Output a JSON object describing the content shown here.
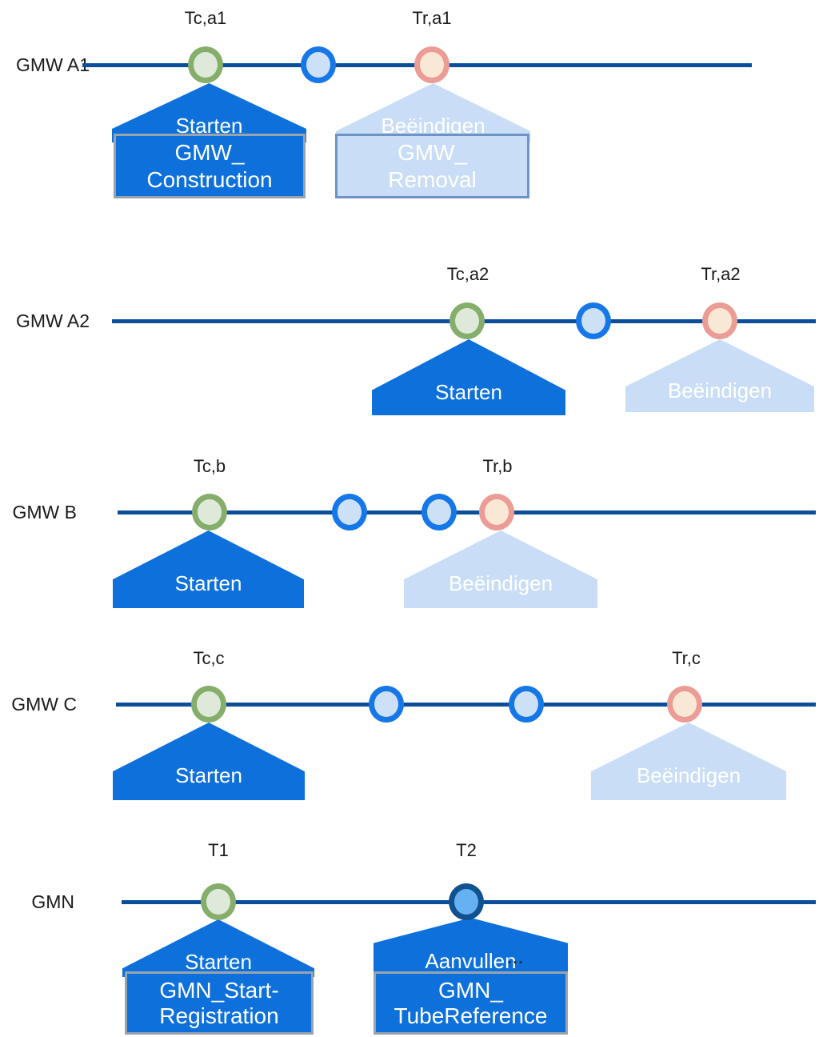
{
  "colors": {
    "timeline": "#0D4E9B",
    "house_dark": "#0E71DB",
    "house_light": "#C9DDF6",
    "box_dark_border": "#99A3AD",
    "box_light_border": "#6E93C6",
    "marker_green_border": "#84AE6A",
    "marker_green_fill": "#DFE9DA",
    "marker_blue_border": "#1677E8",
    "marker_blue_fill": "#CCE0F6",
    "marker_pink_border": "#EB9C95",
    "marker_pink_fill": "#FAE8D6",
    "marker_navy_border": "#10518F",
    "marker_navy_fill": "#66B1F2",
    "text_dark": "#1A1A1A",
    "text_light": "#FFFFFF",
    "ellipsis": "#222222"
  },
  "rows": [
    {
      "label": "GMW A1",
      "tc_label": "Tc,a1",
      "tr_label": "Tr,a1",
      "start": {
        "action": "Starten",
        "doc_line1": "GMW_",
        "doc_line2": "Construction"
      },
      "end": {
        "action": "Beëindigen",
        "doc_line1": "GMW_",
        "doc_line2": "Removal"
      }
    },
    {
      "label": "GMW A2",
      "tc_label": "Tc,a2",
      "tr_label": "Tr,a2",
      "start": {
        "action": "Starten"
      },
      "end": {
        "action": "Beëindigen"
      }
    },
    {
      "label": "GMW B",
      "tc_label": "Tc,b",
      "tr_label": "Tr,b",
      "start": {
        "action": "Starten"
      },
      "end": {
        "action": "Beëindigen"
      }
    },
    {
      "label": "GMW C",
      "tc_label": "Tc,c",
      "tr_label": "Tr,c",
      "start": {
        "action": "Starten"
      },
      "end": {
        "action": "Beëindigen"
      }
    },
    {
      "label": "GMN",
      "t1_label": "T1",
      "t2_label": "T2",
      "start": {
        "action": "Starten",
        "doc_line1": "GMN_Start-",
        "doc_line2": "Registration"
      },
      "supplement": {
        "action": "Aanvullen",
        "ellipsis": "...",
        "doc_line1": "GMN_",
        "doc_line2": "TubeReference"
      }
    }
  ]
}
